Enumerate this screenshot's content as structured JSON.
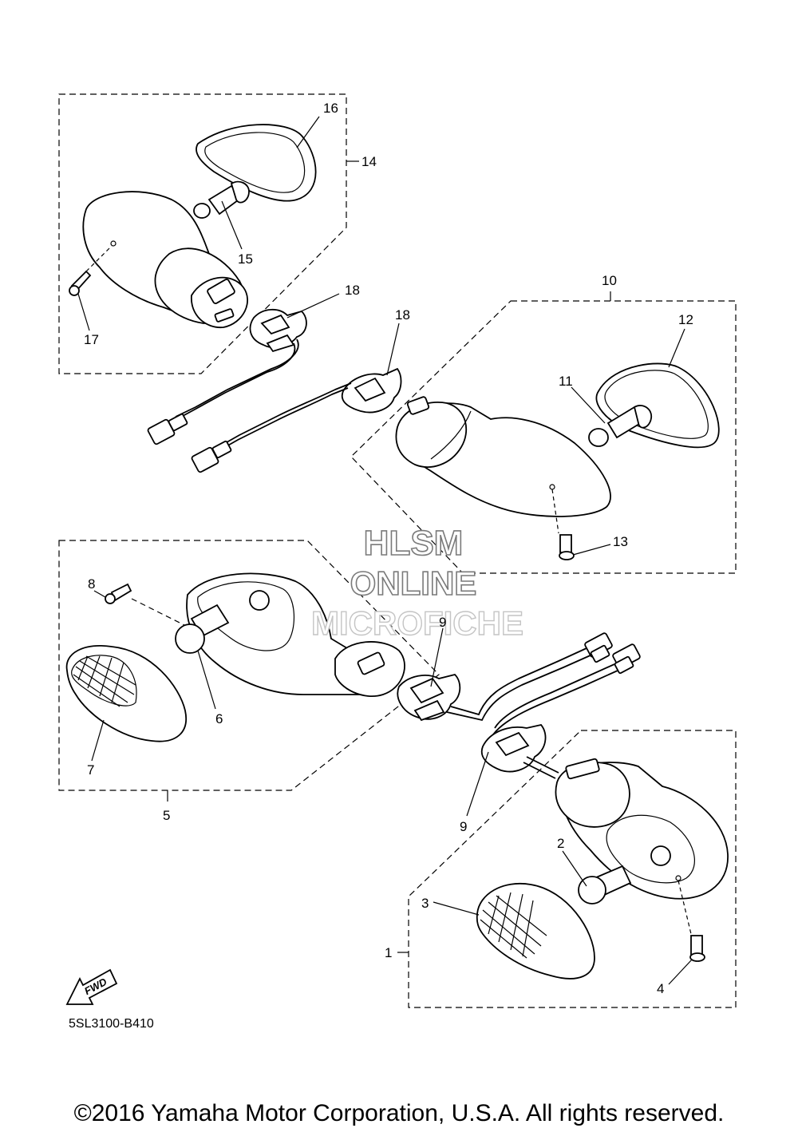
{
  "callouts": {
    "c1": "1",
    "c2": "2",
    "c3": "3",
    "c4": "4",
    "c5": "5",
    "c6": "6",
    "c7": "7",
    "c8": "8",
    "c9a": "9",
    "c9b": "9",
    "c10": "10",
    "c11": "11",
    "c12": "12",
    "c13": "13",
    "c14": "14",
    "c15": "15",
    "c16": "16",
    "c17": "17",
    "c18a": "18",
    "c18b": "18"
  },
  "fwd_label": "FWD",
  "diagram_code": "5SL3100-B410",
  "watermark": {
    "line1": "HLSM",
    "line2": "ONLINE",
    "line3": "MICROFICHE"
  },
  "copyright": "©2016 Yamaha Motor Corporation, U.S.A. All rights reserved."
}
